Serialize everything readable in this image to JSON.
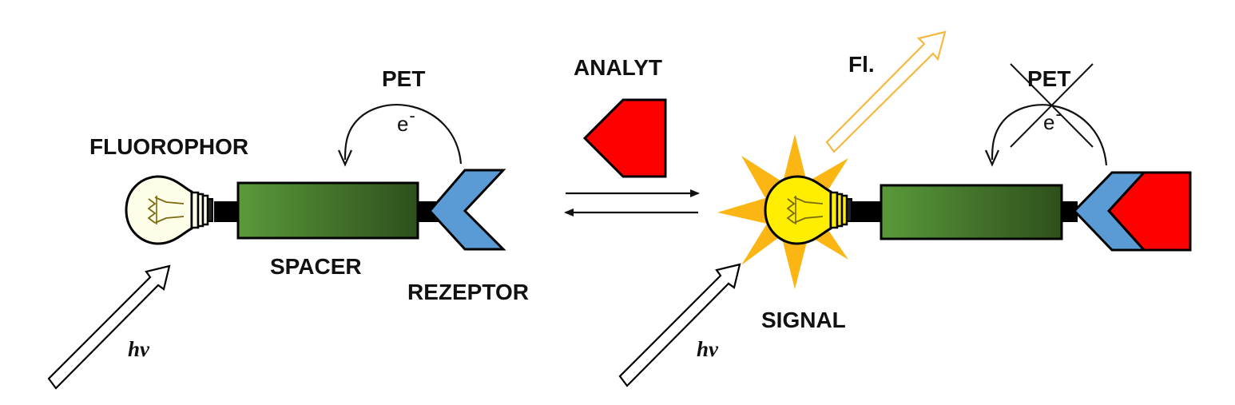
{
  "labels": {
    "fluorophor": "FLUOROPHOR",
    "spacer": "SPACER",
    "rezeptor": "REZEPTOR",
    "pet_left": "PET",
    "electron_left": "e",
    "electron_left_sup": "-",
    "analyt": "ANALYT",
    "fl": "Fl.",
    "pet_right": "PET",
    "electron_right": "e",
    "electron_right_sup": "-",
    "signal": "SIGNAL",
    "hv_left": "hv",
    "hv_right": "hv"
  },
  "colors": {
    "spacer_light": "#5a9a3a",
    "spacer_dark": "#2e4f1c",
    "receptor": "#5b9bd5",
    "analyte": "#ff0000",
    "glow": "#fbb614",
    "bulb_off": "#fdfde8",
    "bulb_on": "#ffee00",
    "fl_arrow": "#f5b942",
    "connector": "#000000"
  },
  "icons": {
    "bulb_left": "light-bulb-off-icon",
    "bulb_right": "light-bulb-lit-icon",
    "equilibrium": "equilibrium-arrows-icon"
  }
}
